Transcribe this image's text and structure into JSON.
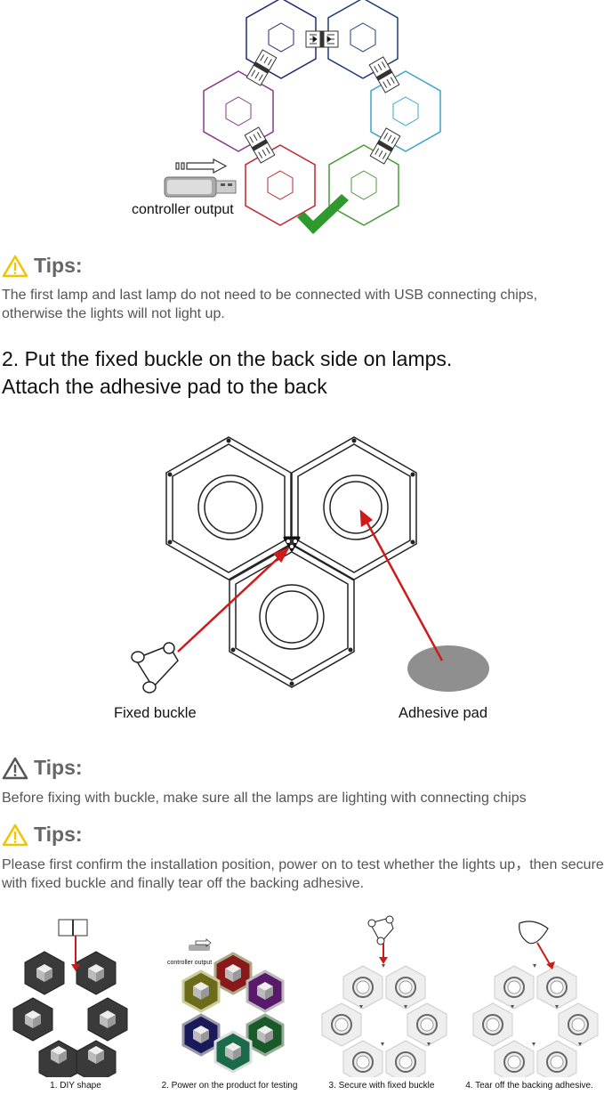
{
  "diagram1": {
    "controller_label": "controller output"
  },
  "tips1": {
    "title": "Tips:",
    "text": "The first lamp and last lamp do not need to be connected with USB connecting chips, otherwise the lights will not light up."
  },
  "section2": {
    "heading_line1": "2. Put the fixed buckle on the back side on lamps.",
    "heading_line2": "Attach the adhesive pad to the back",
    "fixed_buckle_label": "Fixed buckle",
    "adhesive_pad_label": "Adhesive pad"
  },
  "tips2": {
    "title": "Tips:",
    "text": "Before fixing with buckle, make sure all the lamps are lighting with connecting chips"
  },
  "tips3": {
    "title": "Tips:",
    "text": "Please first confirm the installation position, power on to test whether the lights up，then secure with fixed buckle and finally tear off the backing adhesive."
  },
  "steps": [
    {
      "caption": "1. DIY shape"
    },
    {
      "caption": "2. Power on the product for testing"
    },
    {
      "caption": "3. Secure with fixed buckle"
    },
    {
      "caption": "4. Tear off the backing adhesive."
    }
  ],
  "mini_label": "controller output",
  "colors": {
    "hex_top_left": "#1e2a78",
    "hex_top_right": "#1f3d7a",
    "hex_left": "#8a3a8a",
    "hex_right": "#3aa3cc",
    "hex_bottom_left": "#c1272d",
    "hex_bottom_right": "#4a9a3a",
    "check": "#2e9a2e",
    "arrow_red": "#d01a1a",
    "tips_yellow": "#f2c400"
  }
}
